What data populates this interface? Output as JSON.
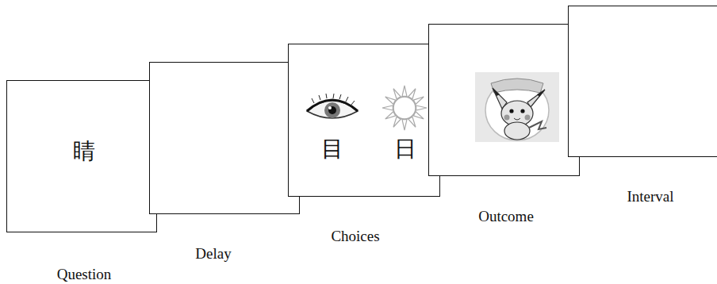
{
  "diagram": {
    "nodes": [
      {
        "text": [
          "睛",
          "Question"
        ]
      },
      {
        "text": [
          "Delay"
        ]
      },
      {
        "text": [
          "目",
          "日",
          "Choices"
        ]
      },
      {
        "text": [
          "Outcome"
        ]
      },
      {
        "text": [
          "Interval"
        ]
      }
    ],
    "edges": []
  }
}
